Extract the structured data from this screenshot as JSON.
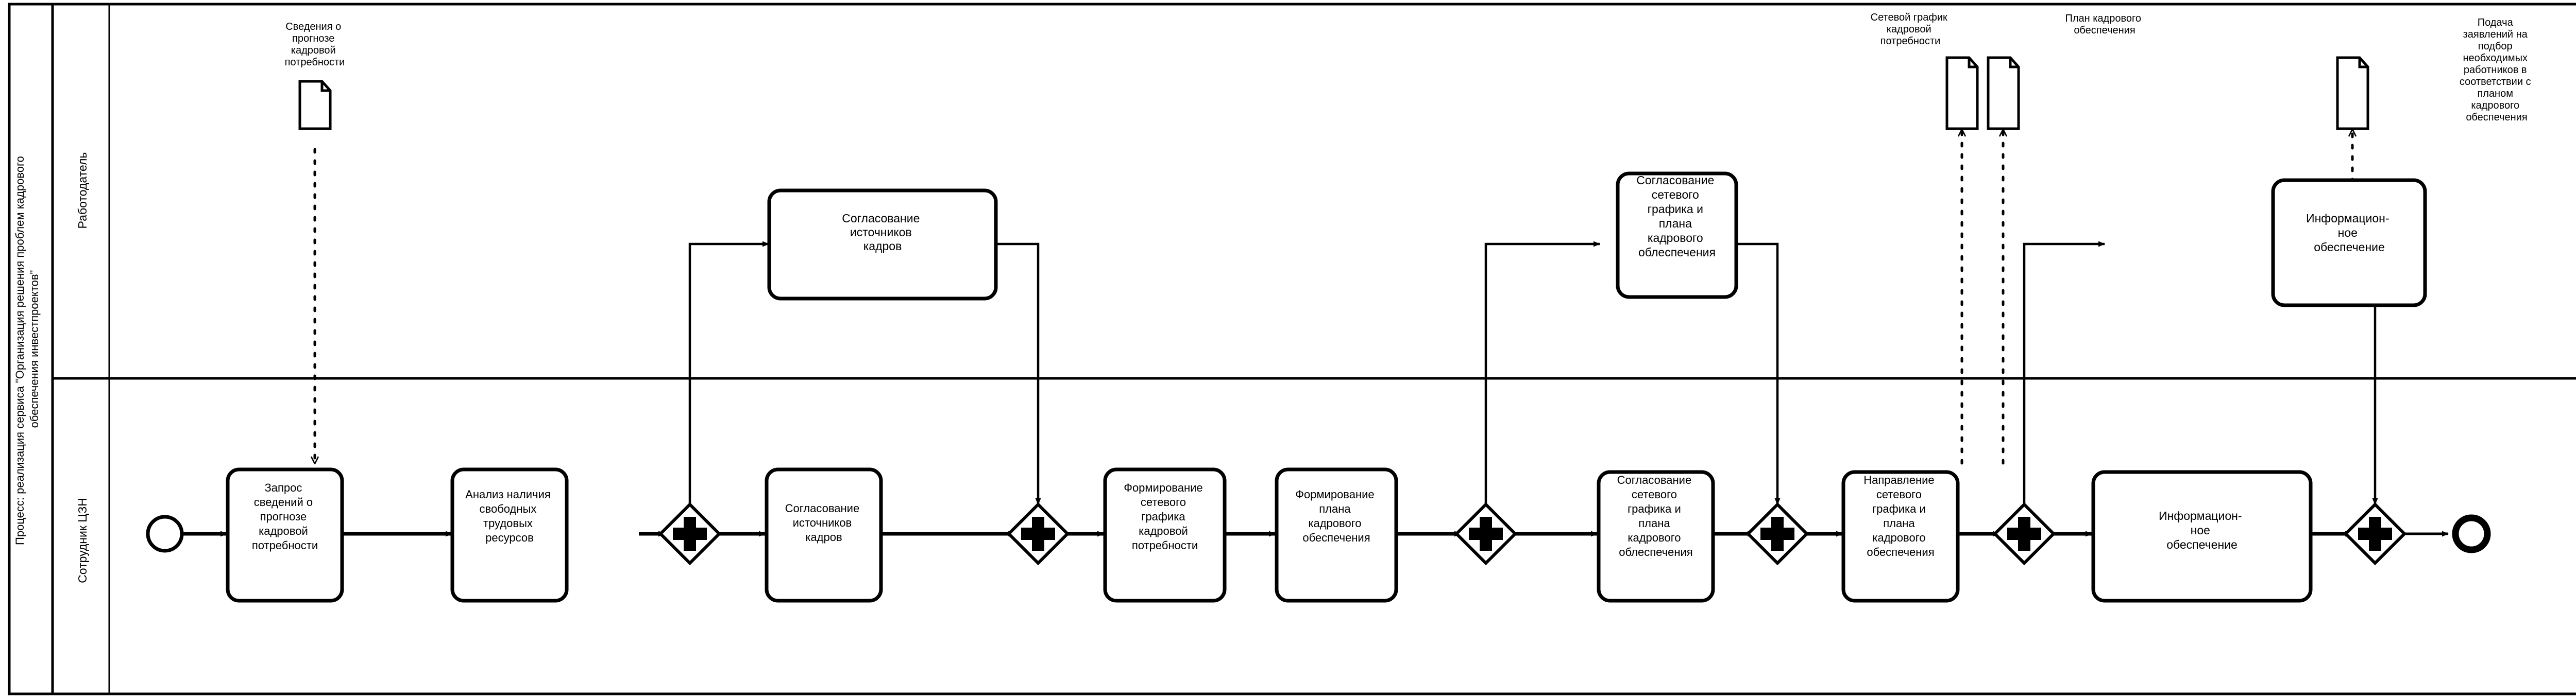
{
  "diagram": {
    "type": "bpmn-collaboration-diagram",
    "notation": "BPMN 2.0",
    "language": "ru",
    "pool": {
      "title": "Процесс: реализация сервиса \"Организация решения проблем кадрового обеспечения инвестпроектов\"",
      "lanes": [
        {
          "id": "lane-employer",
          "label": "Работодатель"
        },
        {
          "id": "lane-czn",
          "label": "Сотрудник ЦЗН"
        }
      ]
    },
    "events": [
      {
        "id": "start-event",
        "kind": "start",
        "lane": "lane-czn",
        "label": ""
      },
      {
        "id": "end-event",
        "kind": "end",
        "lane": "lane-czn",
        "label": ""
      }
    ],
    "gateways": [
      {
        "id": "gw-1",
        "kind": "parallel",
        "marker": "+",
        "lane": "lane-czn",
        "role": "split"
      },
      {
        "id": "gw-2",
        "kind": "parallel",
        "marker": "+",
        "lane": "lane-czn",
        "role": "join"
      },
      {
        "id": "gw-3",
        "kind": "parallel",
        "marker": "+",
        "lane": "lane-czn",
        "role": "split"
      },
      {
        "id": "gw-4",
        "kind": "parallel",
        "marker": "+",
        "lane": "lane-czn",
        "role": "join"
      },
      {
        "id": "gw-5",
        "kind": "parallel",
        "marker": "+",
        "lane": "lane-czn",
        "role": "split"
      },
      {
        "id": "gw-6",
        "kind": "parallel",
        "marker": "+",
        "lane": "lane-czn",
        "role": "join"
      }
    ],
    "tasks_employer": [
      {
        "id": "task-e1",
        "label": "Согласование источников кадров"
      },
      {
        "id": "task-e2",
        "label": "Согласование сетевого графика и плана кадрового обеспечения"
      },
      {
        "id": "task-e3",
        "label": "Информацион-\nное обеспечение"
      }
    ],
    "tasks_czn": [
      {
        "id": "task-c1",
        "label": "Запрос сведений о прогнозе кадровой потребности"
      },
      {
        "id": "task-c2",
        "label": "Анализ наличия свободных трудовых ресурсов"
      },
      {
        "id": "task-c3",
        "label": "Согласование источников кадров"
      },
      {
        "id": "task-c4",
        "label": "Формирование сетевого графика кадровой потребности"
      },
      {
        "id": "task-c5",
        "label": "Формирование плана кадрового обеспечения"
      },
      {
        "id": "task-c6",
        "label": "Согласование сетевого графика и плана кадрового обеспечения"
      },
      {
        "id": "task-c7",
        "label": "Направление сетевого графика и плана кадрового обеспечения"
      },
      {
        "id": "task-c8",
        "label": "Информацион-\nное обеспечение"
      }
    ],
    "data_objects": [
      {
        "id": "data-1",
        "label": "Сведения о прогнозе кадровой потребности",
        "lane": "lane-employer"
      },
      {
        "id": "data-2",
        "label": "Сетевой график кадровой потребности",
        "lane": "lane-employer"
      },
      {
        "id": "data-3",
        "label": "План кадрового обеспечения",
        "lane": "lane-employer"
      },
      {
        "id": "data-4",
        "label": "Подача заявлений на подбор необходимых работников в соответствии с планом кадрового обеспечения",
        "lane": "lane-employer"
      }
    ],
    "colors": {
      "stroke": "#000000",
      "fill": "#ffffff",
      "background": "#ffffff"
    }
  }
}
